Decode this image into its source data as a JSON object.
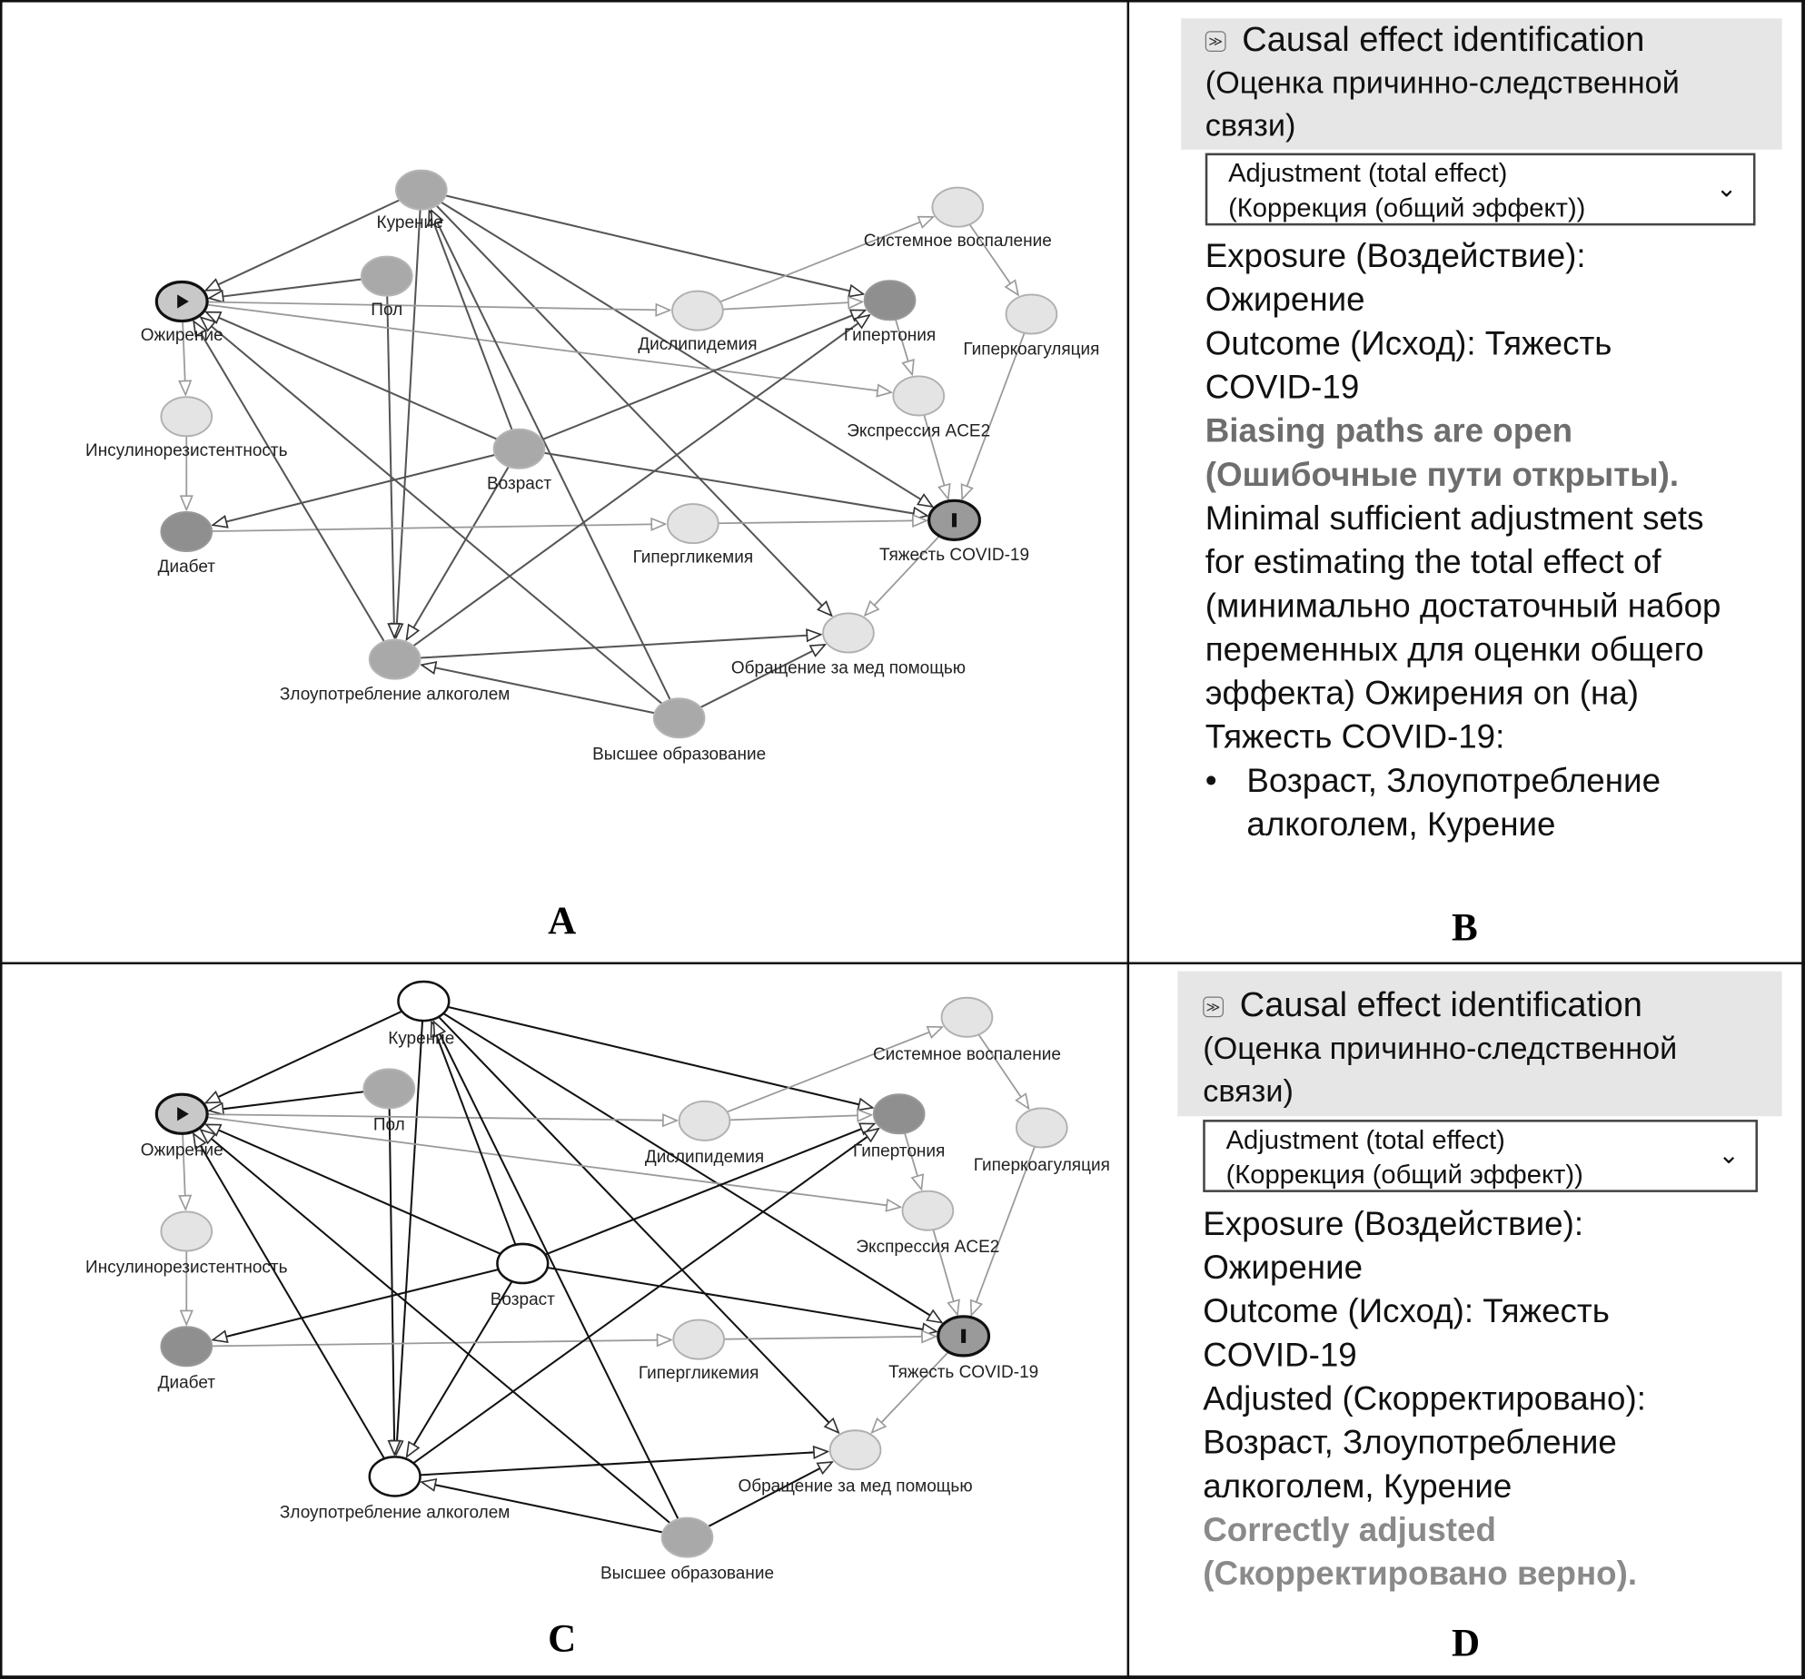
{
  "panels": {
    "A": {
      "letter": "A"
    },
    "B": {
      "letter": "B"
    },
    "C": {
      "letter": "C"
    },
    "D": {
      "letter": "D"
    }
  },
  "colors": {
    "exposure_fill": "#c8c8c8",
    "outcome_fill": "#9a9a9a",
    "ancestor_fill": "#a9a9a9",
    "dark_fill": "#8f8f8f",
    "light_fill": "#e4e4e4",
    "adjusted_fill": "#ffffff",
    "gray_edge": "#9a9a9a",
    "dark_edge": "#333333",
    "status_text": "#6e6e6e",
    "header_bg": "#e6e6e6"
  },
  "graph": {
    "nodes": [
      {
        "id": "smoking",
        "label": "Курение",
        "type": "ancestor"
      },
      {
        "id": "sex",
        "label": "Пол",
        "type": "ancestor"
      },
      {
        "id": "obesity",
        "label": "Ожирение",
        "type": "exposure"
      },
      {
        "id": "dyslip",
        "label": "Дислипидемия",
        "type": "light"
      },
      {
        "id": "inflam",
        "label": "Системное воспаление",
        "type": "light"
      },
      {
        "id": "hypert",
        "label": "Гипертония",
        "type": "dark"
      },
      {
        "id": "hypercoag",
        "label": "Гиперкоагуляция",
        "type": "light"
      },
      {
        "id": "ace2",
        "label": "Экспрессия ACE2",
        "type": "light"
      },
      {
        "id": "insulin",
        "label": "Инсулинорезистентность",
        "type": "light"
      },
      {
        "id": "age",
        "label": "Возраст",
        "type": "ancestor"
      },
      {
        "id": "diabetes",
        "label": "Диабет",
        "type": "dark"
      },
      {
        "id": "hyperglyc",
        "label": "Гипергликемия",
        "type": "light"
      },
      {
        "id": "severity",
        "label": "Тяжесть COVID-19",
        "type": "outcome"
      },
      {
        "id": "care",
        "label": "Обращение за мед помощью",
        "type": "light"
      },
      {
        "id": "alcohol",
        "label": "Злоупотребление алкоголем",
        "type": "ancestor"
      },
      {
        "id": "education",
        "label": "Высшее образование",
        "type": "ancestor"
      }
    ],
    "edges": [
      [
        "smoking",
        "obesity"
      ],
      [
        "smoking",
        "hypert"
      ],
      [
        "smoking",
        "severity"
      ],
      [
        "smoking",
        "care"
      ],
      [
        "smoking",
        "alcohol"
      ],
      [
        "sex",
        "obesity"
      ],
      [
        "sex",
        "alcohol"
      ],
      [
        "obesity",
        "dyslip"
      ],
      [
        "obesity",
        "ace2"
      ],
      [
        "obesity",
        "insulin"
      ],
      [
        "dyslip",
        "inflam"
      ],
      [
        "dyslip",
        "hypert"
      ],
      [
        "inflam",
        "hypercoag"
      ],
      [
        "hypert",
        "ace2"
      ],
      [
        "hypercoag",
        "severity"
      ],
      [
        "ace2",
        "severity"
      ],
      [
        "insulin",
        "diabetes"
      ],
      [
        "age",
        "obesity"
      ],
      [
        "age",
        "diabetes"
      ],
      [
        "age",
        "hypert"
      ],
      [
        "age",
        "severity"
      ],
      [
        "age",
        "alcohol"
      ],
      [
        "age",
        "smoking"
      ],
      [
        "diabetes",
        "hyperglyc"
      ],
      [
        "hyperglyc",
        "severity"
      ],
      [
        "severity",
        "care"
      ],
      [
        "alcohol",
        "obesity"
      ],
      [
        "alcohol",
        "hypert"
      ],
      [
        "alcohol",
        "care"
      ],
      [
        "education",
        "obesity"
      ],
      [
        "education",
        "alcohol"
      ],
      [
        "education",
        "care"
      ],
      [
        "education",
        "smoking"
      ]
    ],
    "adjusted_in_C": [
      "smoking",
      "age",
      "alcohol"
    ]
  },
  "sidebar_B": {
    "header_icon": "collapse-chevrons-icon",
    "header_title": "Causal effect identification",
    "header_title_ru": "(Оценка причинно-следственной связи)",
    "select_line1": "Adjustment (total effect)",
    "select_line2": "(Коррекция (общий эффект))",
    "exposure_label": "Exposure (Воздействие):",
    "exposure_value": "Ожирение",
    "outcome_label": "Outcome (Исход): Тяжесть",
    "outcome_value": "COVID-19",
    "status": "Biasing paths are open (Ошибочные пути открыты).",
    "description": "Minimal sufficient adjustment sets for estimating the total effect of (минимально достаточный набор переменных для оценки общего эффекта) Ожирения on (на) Тяжесть COVID-19:",
    "adjustment_set": "Возраст, Злоупотребление алкоголем, Курение"
  },
  "sidebar_D": {
    "header_icon": "collapse-chevrons-icon",
    "header_title": "Causal effect identification",
    "header_title_ru": "(Оценка причинно-следственной связи)",
    "select_line1": "Adjustment (total effect)",
    "select_line2": "(Коррекция (общий эффект))",
    "exposure_label": "Exposure (Воздействие):",
    "exposure_value": "Ожирение",
    "outcome_label": "Outcome (Исход): Тяжесть",
    "outcome_value": "COVID-19",
    "adjusted_label": "Adjusted (Скорректировано):",
    "adjusted_value": "Возраст, Злоупотребление алкоголем, Курение",
    "status": "Correctly adjusted (Скорректировано верно)."
  }
}
